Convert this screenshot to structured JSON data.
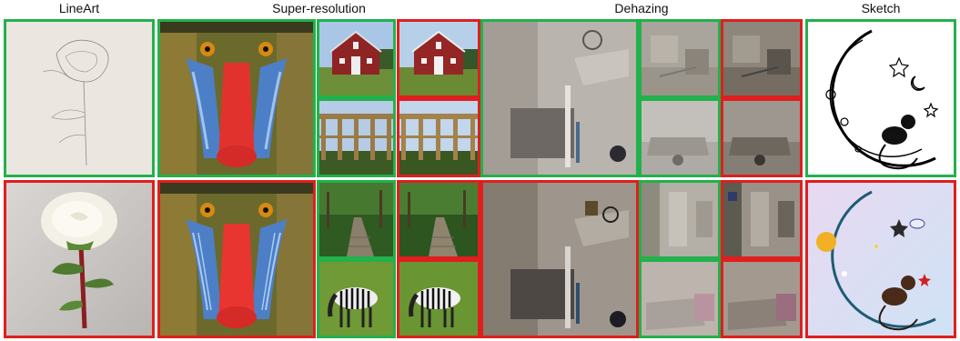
{
  "headers": {
    "lineart": "LineArt",
    "super_resolution": "Super-resolution",
    "dehazing": "Dehazing",
    "sketch": "Sketch"
  },
  "border_colors": {
    "input": "#22b14c",
    "output": "#e01e1e"
  }
}
